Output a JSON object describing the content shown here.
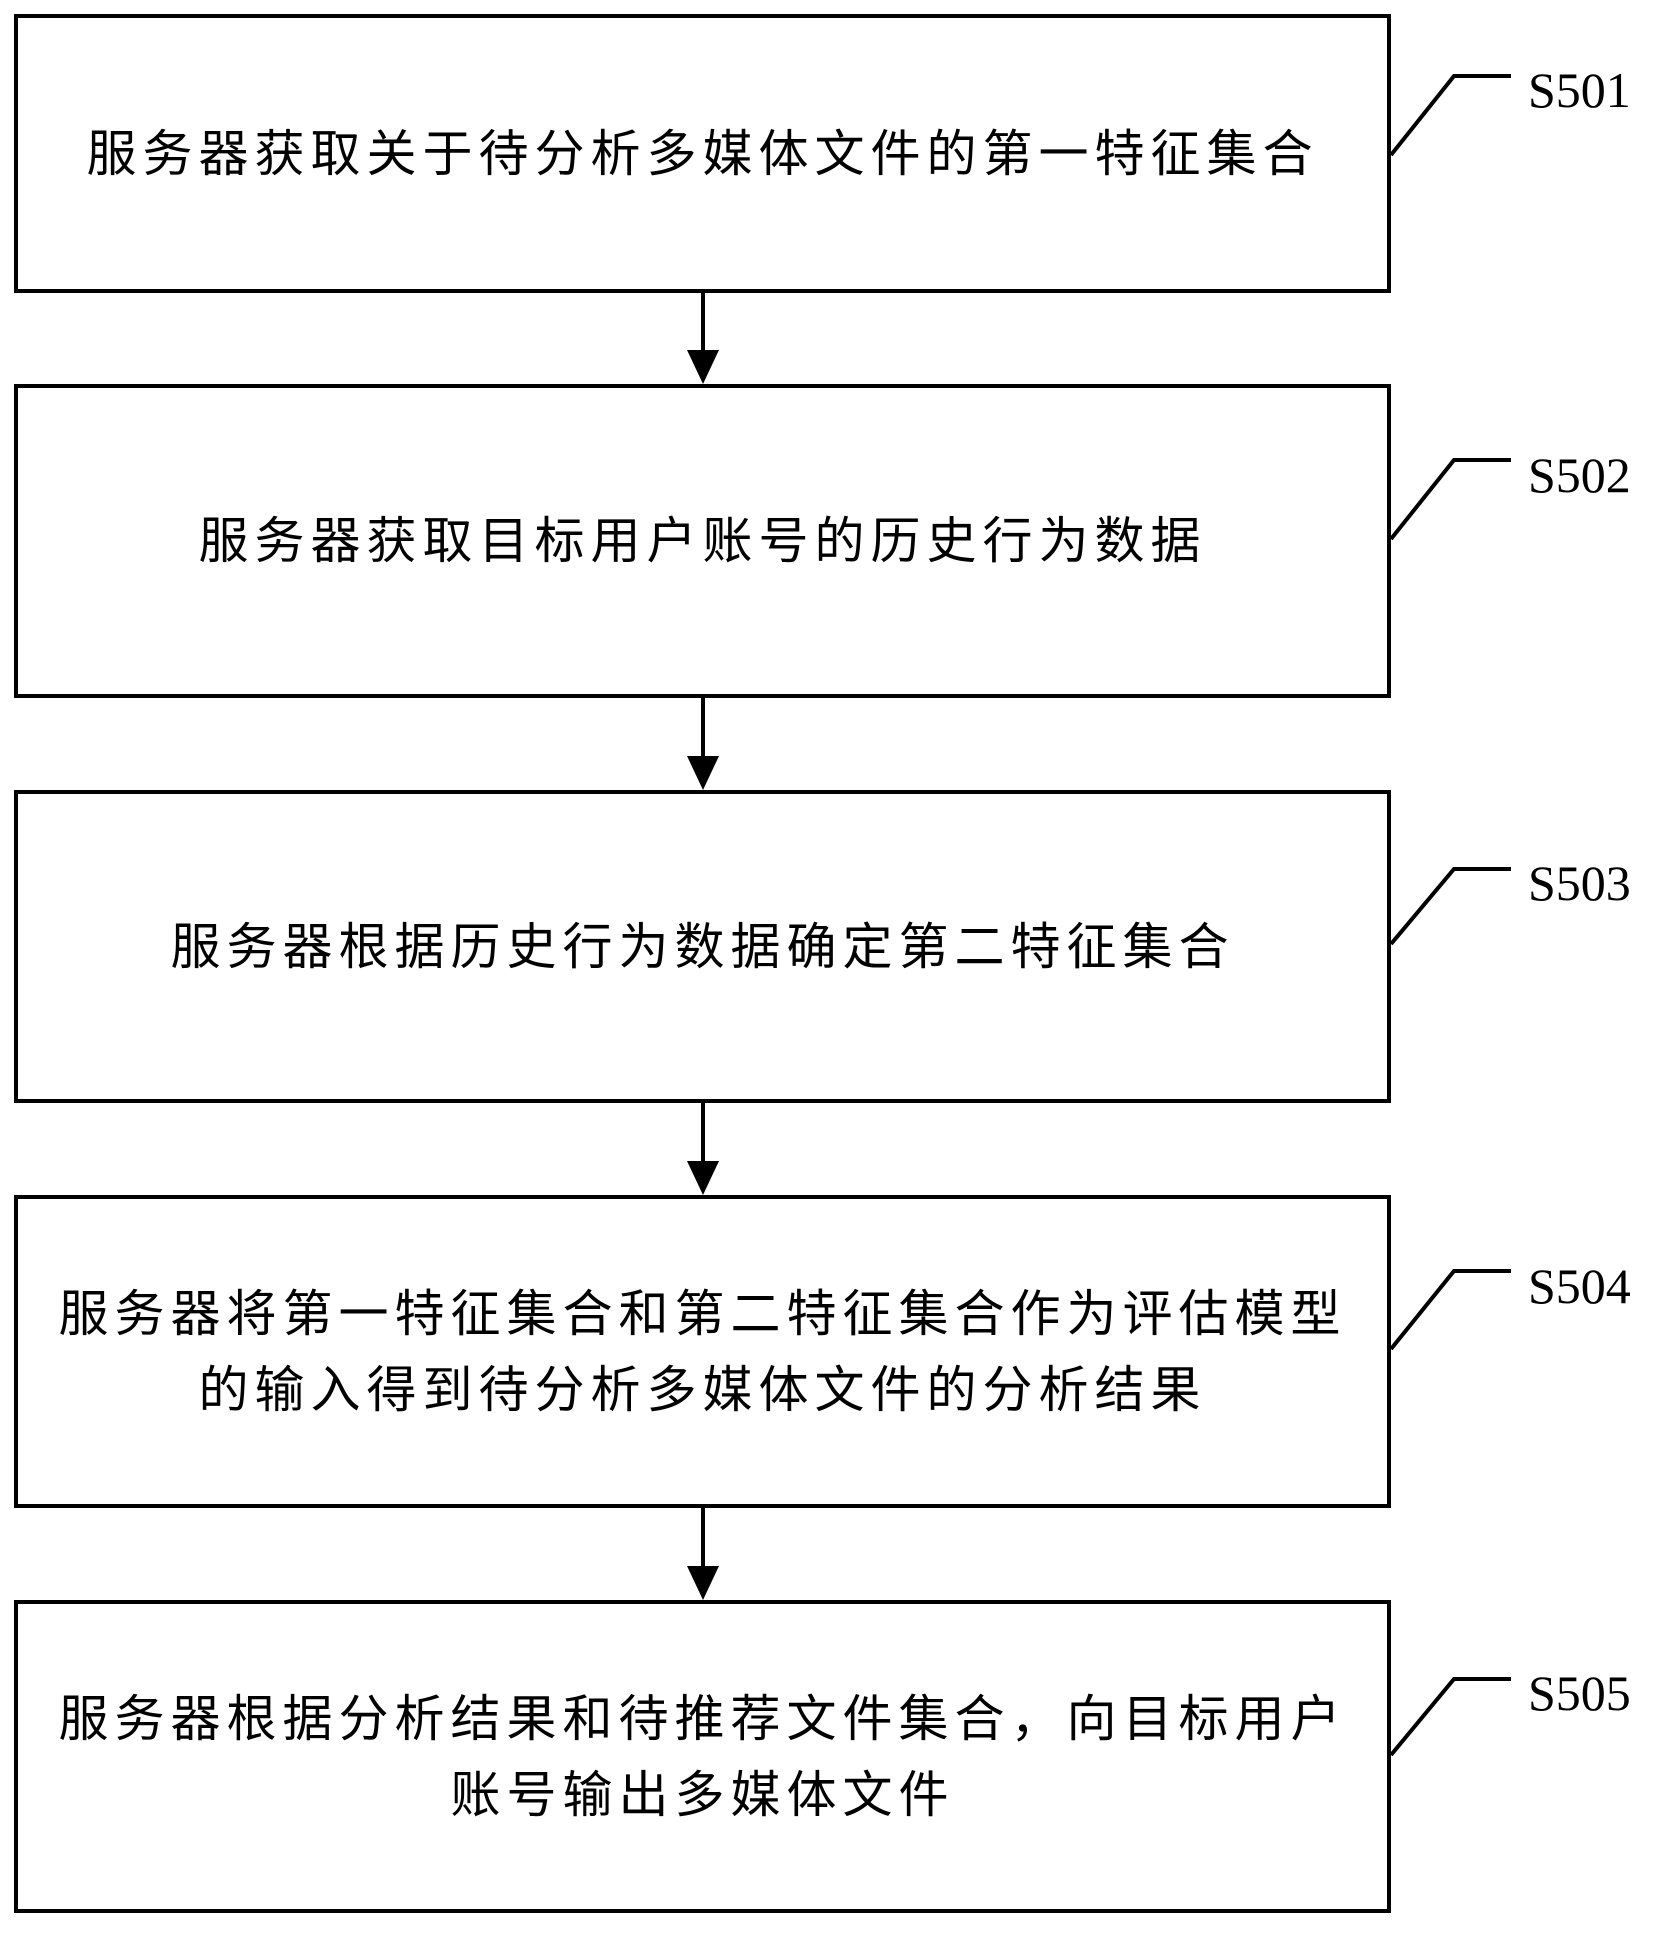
{
  "steps": [
    {
      "id": "S501",
      "text": "服务器获取关于待分析多媒体文件的第一特征集合"
    },
    {
      "id": "S502",
      "text": "服务器获取目标用户账号的历史行为数据"
    },
    {
      "id": "S503",
      "text": "服务器根据历史行为数据确定第二特征集合"
    },
    {
      "id": "S504",
      "text": "服务器将第一特征集合和第二特征集合作为评估模型\n的输入得到待分析多媒体文件的分析结果"
    },
    {
      "id": "S505",
      "text": "服务器根据分析结果和待推荐文件集合，向目标用户\n账号输出多媒体文件"
    }
  ]
}
